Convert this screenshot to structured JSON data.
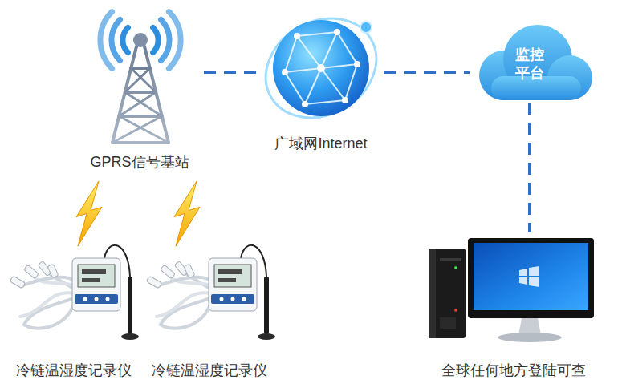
{
  "diagram": {
    "nodes": [
      {
        "text": [
          "GPRS信号基站"
        ]
      },
      {
        "text": [
          "广域网Internet"
        ]
      },
      {
        "text": [
          "监控 平台"
        ]
      },
      {
        "text": [
          "全球任何地方登陆可查"
        ]
      },
      {
        "text": [
          "冷链温湿度记录仪"
        ]
      },
      {
        "text": [
          "冷链温湿度记录仪"
        ]
      }
    ],
    "edges": [
      {
        "from": 0,
        "to": 1,
        "arrow": "none"
      },
      {
        "from": 1,
        "to": 2,
        "arrow": "none"
      },
      {
        "from": 2,
        "to": 3,
        "arrow": "none"
      },
      {
        "from": 4,
        "to": 0,
        "arrow": "none"
      },
      {
        "from": 5,
        "to": 0,
        "arrow": "none"
      }
    ]
  }
}
